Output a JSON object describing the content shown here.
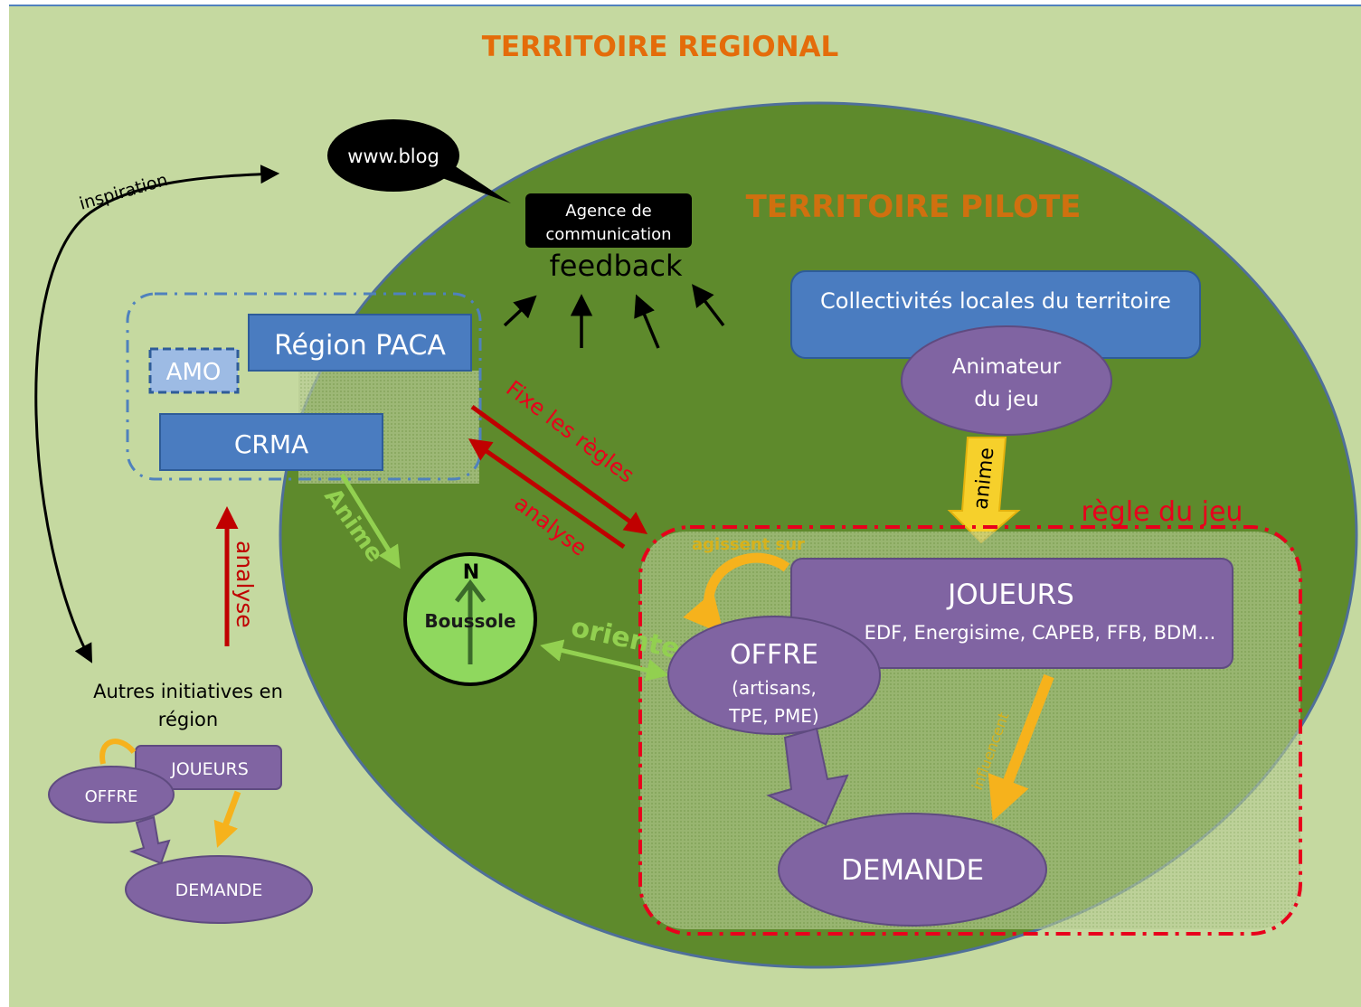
{
  "title": "TERRITOIRE REGIONAL",
  "pilot_title": "TERRITOIRE PILOTE",
  "colors": {
    "background": "#c5d9a0",
    "pilot_territory": "#5e8a2c",
    "title_orange": "#e46c0a",
    "blue_box": "#4a7cc0",
    "purple": "#8064a2",
    "red": "#c00000",
    "yellow": "#f6b21c",
    "light_green": "#92d050"
  },
  "blog": {
    "label": "www.blog"
  },
  "agency": {
    "line1": "Agence de",
    "line2": "communication"
  },
  "feedback": {
    "label": "feedback"
  },
  "inspiration": {
    "label": "inspiration"
  },
  "governance": {
    "region": "Région PACA",
    "amo": "AMO",
    "crma": "CRMA"
  },
  "collectivites": {
    "label": "Collectivités locales du territoire"
  },
  "animateur": {
    "line1": "Animateur",
    "line2": "du jeu"
  },
  "anime": {
    "label": "anime"
  },
  "rules": {
    "label": "règle du jeu",
    "fixe": "Fixe les règles",
    "analyse": "analyse",
    "agissent": "agissent sur"
  },
  "anime_green": {
    "label": "Anime"
  },
  "analyse_left": {
    "label": "analyse"
  },
  "compass": {
    "north": "N",
    "label": "Boussole"
  },
  "oriente": {
    "label": "oriente"
  },
  "joueurs": {
    "title": "JOUEURS",
    "members": "EDF, Energisime, CAPEB, FFB, BDM..."
  },
  "offre": {
    "title": "OFFRE",
    "line1": "(artisans,",
    "line2": "TPE, PME)"
  },
  "demande": {
    "title": "DEMANDE"
  },
  "joueurs_influence": {
    "label": "influencent"
  },
  "autres": {
    "line1": "Autres initiatives en",
    "line2": "région",
    "joueurs": "JOUEURS",
    "offre": "OFFRE",
    "demande": "DEMANDE"
  }
}
